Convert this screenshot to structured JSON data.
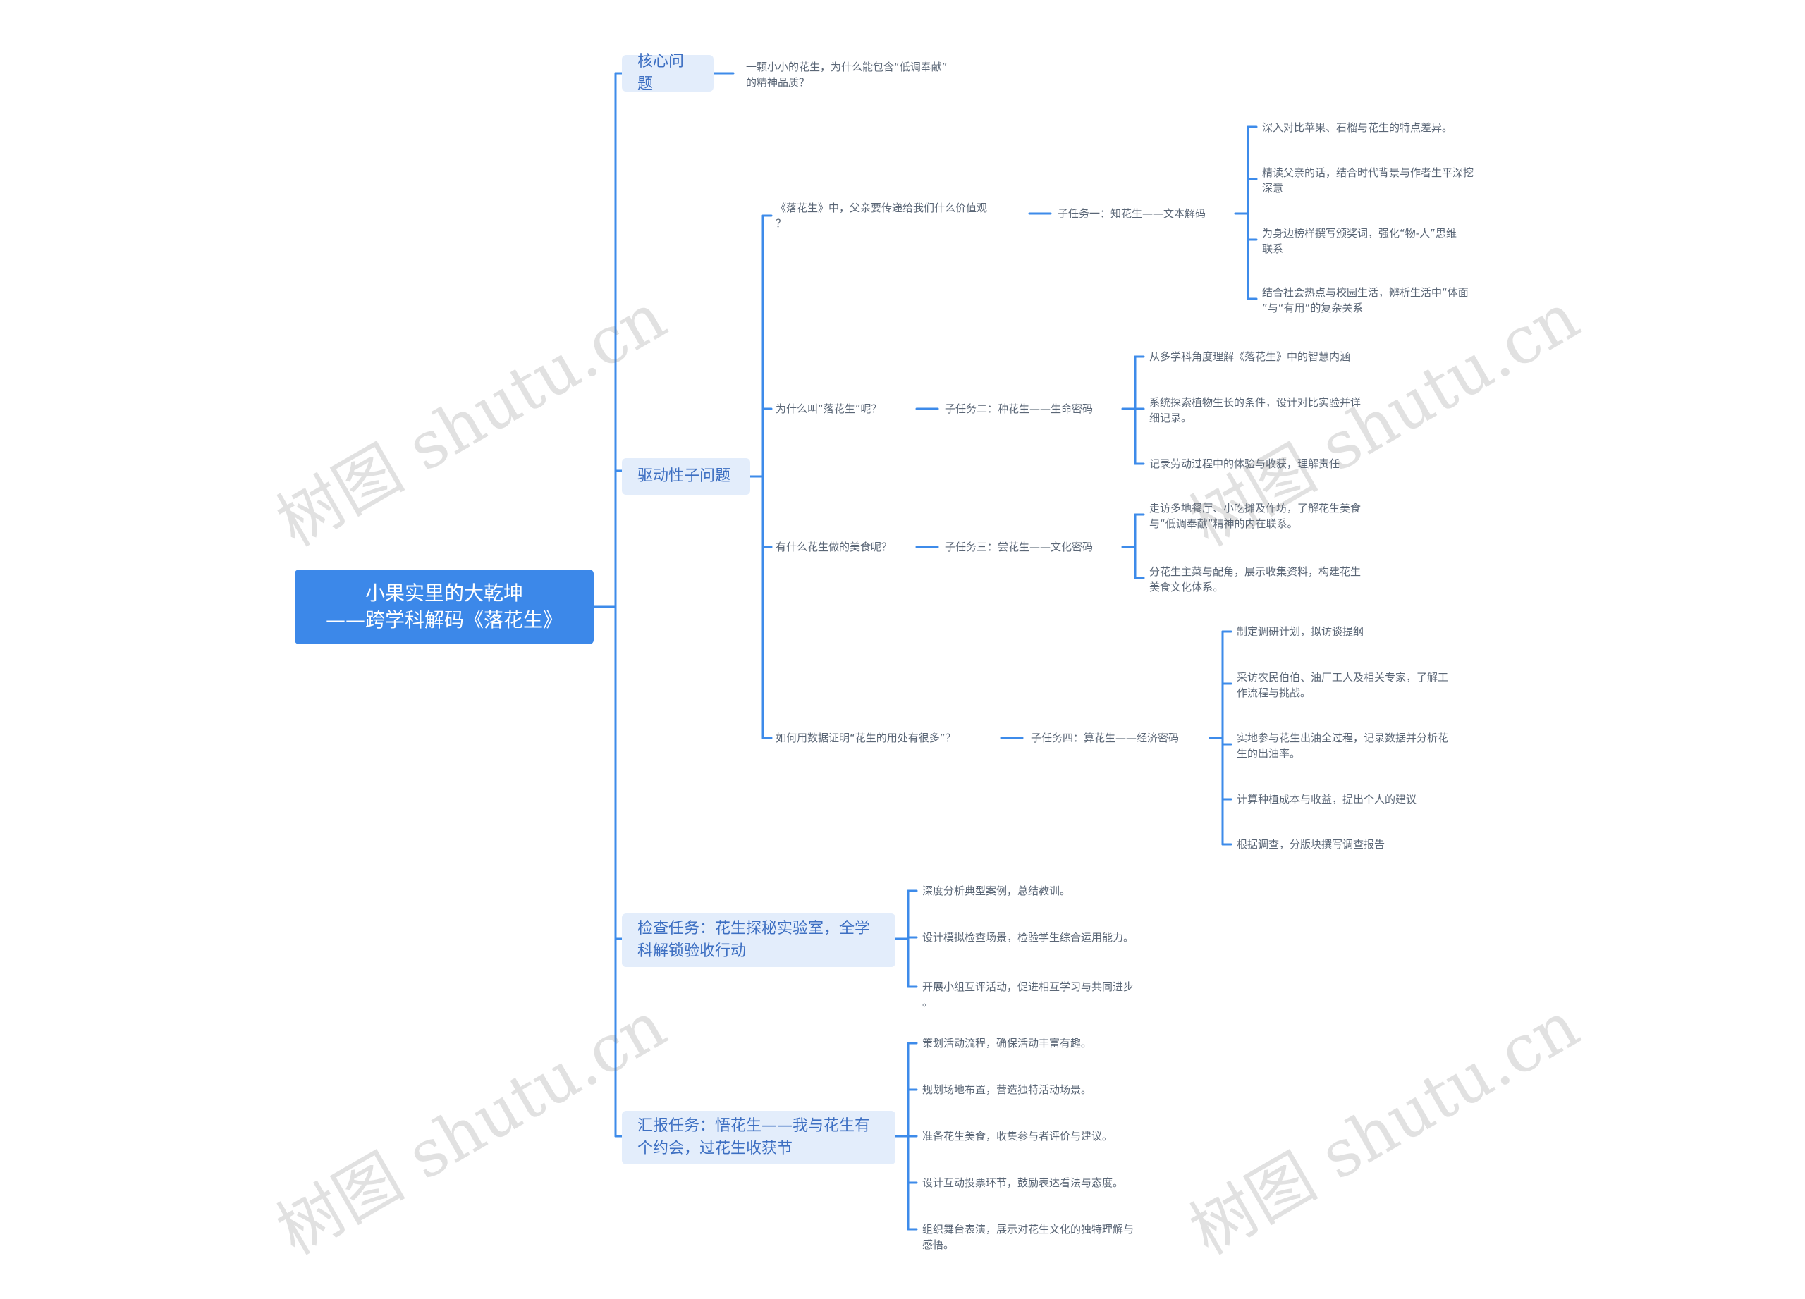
{
  "colors": {
    "root_bg": "#3c88e9",
    "branch_bg": "#e3edfb",
    "line": "#3d8bea",
    "leaf_text": "#5a6676"
  },
  "root": {
    "line1": "小果实里的大乾坤",
    "line2": "——跨学科解码《落花生》"
  },
  "core": {
    "label": "核心问题",
    "detail": "一颗小小的花生，为什么能包含“低调奉献”\n的精神品质？"
  },
  "driving": {
    "label": "驱动性子问题",
    "questions": [
      {
        "q": "《落花生》中，父亲要传递给我们什么价值观\n？",
        "task": "子任务一：知花生——文本解码",
        "items": [
          "深入对比苹果、石榴与花生的特点差异。",
          "精读父亲的话，结合时代背景与作者生平深挖\n深意",
          "为身边榜样撰写颁奖词，强化“物-人”思维\n联系",
          "结合社会热点与校园生活，辨析生活中“体面\n”与“有用”的复杂关系"
        ]
      },
      {
        "q": "为什么叫“落花生”呢？",
        "task": "子任务二：种花生——生命密码",
        "items": [
          "从多学科角度理解《落花生》中的智慧内涵",
          "系统探索植物生长的条件，设计对比实验并详\n细记录。",
          "记录劳动过程中的体验与收获，理解责任"
        ]
      },
      {
        "q": "有什么花生做的美食呢？",
        "task": "子任务三：尝花生——文化密码",
        "items": [
          "走访多地餐厅、小吃摊及作坊，了解花生美食\n与“低调奉献”精神的内在联系。",
          "分花生主菜与配角，展示收集资料，构建花生\n美食文化体系。"
        ]
      },
      {
        "q": "如何用数据证明“花生的用处有很多”？",
        "task": "子任务四：算花生——经济密码",
        "items": [
          "制定调研计划，拟访谈提纲",
          "采访农民伯伯、油厂工人及相关专家，了解工\n作流程与挑战。",
          "实地参与花生出油全过程，记录数据并分析花\n生的出油率。",
          "计算种植成本与收益，提出个人的建议",
          "根据调查，分版块撰写调查报告"
        ]
      }
    ]
  },
  "check": {
    "label": "检查任务：花生探秘实验室，全学科解锁验收行动",
    "items": [
      "深度分析典型案例，总结教训。",
      "设计模拟检查场景，检验学生综合运用能力。",
      "开展小组互评活动，促进相互学习与共同进步\n。"
    ]
  },
  "report": {
    "label": "汇报任务：悟花生——我与花生有个约会，过花生收获节",
    "items": [
      "策划活动流程，确保活动丰富有趣。",
      "规划场地布置，营造独特活动场景。",
      "准备花生美食，收集参与者评价与建议。",
      "设计互动投票环节，鼓励表达看法与态度。",
      "组织舞台表演，展示对花生文化的独特理解与\n感悟。"
    ]
  },
  "watermark": "树图 shutu.cn"
}
